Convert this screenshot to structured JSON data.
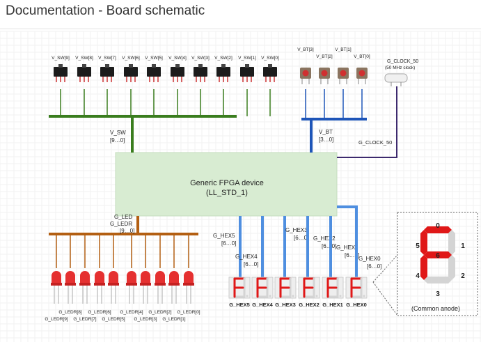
{
  "page": {
    "title": "Documentation - Board schematic"
  },
  "colors": {
    "switch_bus": "#3a7d1e",
    "button_bus": "#1e55b8",
    "clock_line": "#3d2a6e",
    "led_bus": "#b35f12",
    "hex_bus": "#4f8fe0",
    "fpga_fill": "#d8ecd2",
    "led_red": "#e53030",
    "segment_on": "#e01818",
    "segment_off": "#d4d4d4"
  },
  "schematic": {
    "fpga": {
      "title": "Generic FPGA device",
      "subtitle": "(LL_STD_1)"
    },
    "switches": {
      "labels": [
        "V_SW[9]",
        "V_SW[8]",
        "V_SW[7]",
        "V_SW[6]",
        "V_SW[5]",
        "V_SW[4]",
        "V_SW[3]",
        "V_SW[2]",
        "V_SW[1]",
        "V_SW[0]"
      ],
      "bus_name": "V_SW",
      "bus_width": "[9…0]"
    },
    "buttons": {
      "labels": [
        "V_BT[3]",
        "V_BT[2]",
        "V_BT[1]",
        "V_BT[0]"
      ],
      "bus_name": "V_BT",
      "bus_width": "[3…0]"
    },
    "clock": {
      "name": "G_CLOCK_50",
      "description": "(50 MHz clock)",
      "line_label": "G_CLOCK_50"
    },
    "leds": {
      "bus_name_1": "G_LED",
      "bus_name_2": "G_LEDR",
      "bus_width": "[9…0]",
      "labels": [
        "G_LEDR[9]",
        "G_LEDR[8]",
        "G_LEDR[7]",
        "G_LEDR[6]",
        "G_LEDR[5]",
        "G_LEDR[4]",
        "G_LEDR[3]",
        "G_LEDR[2]",
        "G_LEDR[1]",
        "G_LEDR[0]"
      ]
    },
    "hex": {
      "buses": [
        {
          "name": "G_HEX5",
          "width": "[6…0]"
        },
        {
          "name": "G_HEX4",
          "width": "[6…0]"
        },
        {
          "name": "G_HEX3",
          "width": "[6…0]"
        },
        {
          "name": "G_HEX2",
          "width": "[6…0]"
        },
        {
          "name": "G_HEX1",
          "width": "[6…0]"
        },
        {
          "name": "G_HEX0",
          "width": "[6…0]"
        }
      ],
      "displays": [
        "G_HEX5",
        "G_HEX4",
        "G_HEX3",
        "G_HEX2",
        "G_HEX1",
        "G_HEX0"
      ]
    },
    "segment_legend": {
      "segments": [
        "0",
        "1",
        "2",
        "3",
        "4",
        "5",
        "6"
      ],
      "note": "(Common anode)"
    }
  }
}
